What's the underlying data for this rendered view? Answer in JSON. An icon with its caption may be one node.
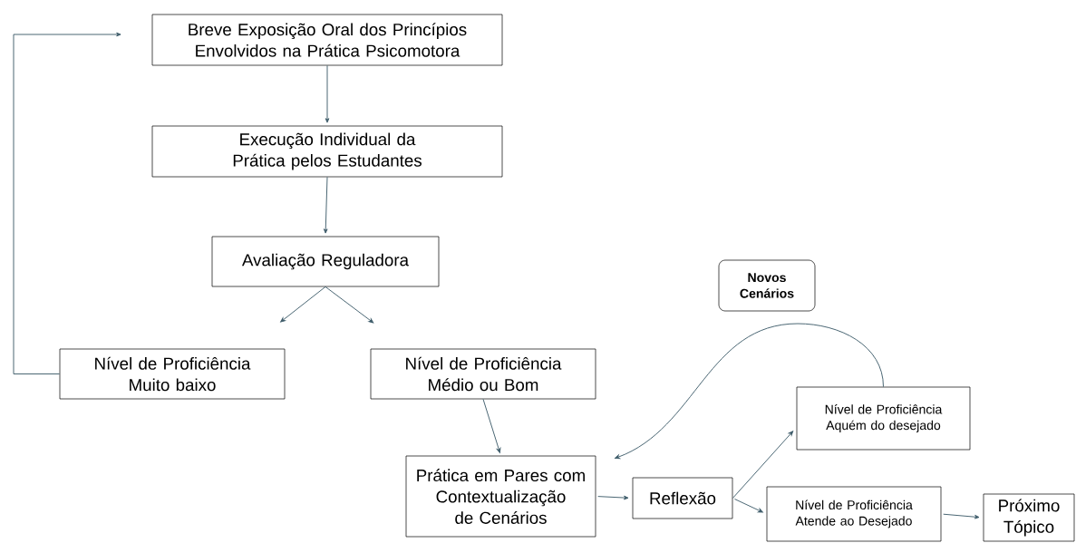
{
  "diagram": {
    "nodes": [
      {
        "text": [
          "Breve Exposição Oral dos Princípios Envolvidos na Prática Psicomotora"
        ]
      },
      {
        "text": [
          "Execução Individual da Prática pelos Estudantes"
        ]
      },
      {
        "text": [
          "Avaliação Reguladora"
        ]
      },
      {
        "text": [
          "Nível de Proficiência Muito baixo"
        ]
      },
      {
        "text": [
          "Nível de Proficiência Médio ou Bom"
        ]
      },
      {
        "text": [
          "Prática em Pares com Contextualização de Cenários"
        ]
      },
      {
        "text": [
          "Reflexão"
        ]
      },
      {
        "text": [
          "Nível de Proficiência Aquém do desejado"
        ]
      },
      {
        "text": [
          "Nível de Proficiência Atende ao Desejado"
        ]
      },
      {
        "text": [
          "Próximo Tópico"
        ]
      },
      {
        "text": [
          "Novos Cenários"
        ]
      }
    ],
    "edges": [
      {
        "from": 0,
        "to": 1,
        "arrow": "to"
      },
      {
        "from": 1,
        "to": 2,
        "arrow": "to"
      },
      {
        "from": 2,
        "to": 3,
        "arrow": "to"
      },
      {
        "from": 2,
        "to": 4,
        "arrow": "to"
      },
      {
        "from": 3,
        "to": 0,
        "arrow": "to"
      },
      {
        "from": 4,
        "to": 5,
        "arrow": "to"
      },
      {
        "from": 5,
        "to": 6,
        "arrow": "to"
      },
      {
        "from": 6,
        "to": 7,
        "arrow": "to"
      },
      {
        "from": 6,
        "to": 8,
        "arrow": "to"
      },
      {
        "from": 8,
        "to": 9,
        "arrow": "to"
      },
      {
        "from": 7,
        "to": 5,
        "arrow": "to"
      }
    ]
  }
}
